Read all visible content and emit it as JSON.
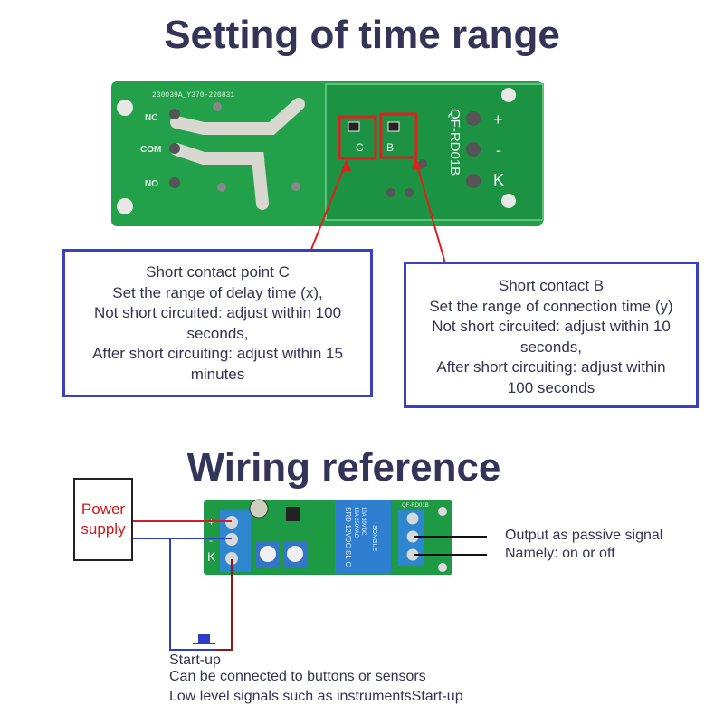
{
  "titles": {
    "setting": "Setting of time range",
    "wiring": "Wiring reference"
  },
  "pcb_back": {
    "silkscreen_code": "230039A_Y370-220831",
    "model": "QF-RD01B",
    "terminal_labels_left": [
      "NC",
      "COM",
      "NO"
    ],
    "terminal_labels_right": [
      "+",
      "-",
      "K"
    ],
    "jumper_c_label": "C",
    "jumper_b_label": "B",
    "highlight_color": "#e02020",
    "board_color": "#1f9b45"
  },
  "callout_c": {
    "lines": [
      "Short contact point C",
      "Set the range of delay time (x),",
      "Not short circuited: adjust within 100",
      "seconds,",
      "After short circuiting: adjust within 15",
      "minutes"
    ]
  },
  "callout_b": {
    "lines": [
      "Short contact B",
      "Set the range of connection time (y)",
      "Not short circuited: adjust within 10",
      "seconds,",
      "After short circuiting: adjust within",
      "100 seconds"
    ]
  },
  "wiring": {
    "power_supply": [
      "Power",
      "supply"
    ],
    "board_left_labels": [
      "+",
      "-",
      "K"
    ],
    "relay_text": [
      "10A 250VAC",
      "10A 30VDC",
      "SRD-12VDC-SL-C",
      "SONGLE"
    ],
    "board_model": "QF-RD01B",
    "output_lines": [
      "Output as passive signal",
      "Namely: on or off"
    ],
    "startup_lines": [
      "Start-up",
      "Can be connected to buttons or sensors",
      "Low level signals such as instrumentsStart-up"
    ],
    "colors": {
      "positive_wire": "#d41c2a",
      "negative_wire": "#2b3ec4",
      "trigger_wire": "#8b1a1a",
      "output_wire": "#111111"
    }
  }
}
